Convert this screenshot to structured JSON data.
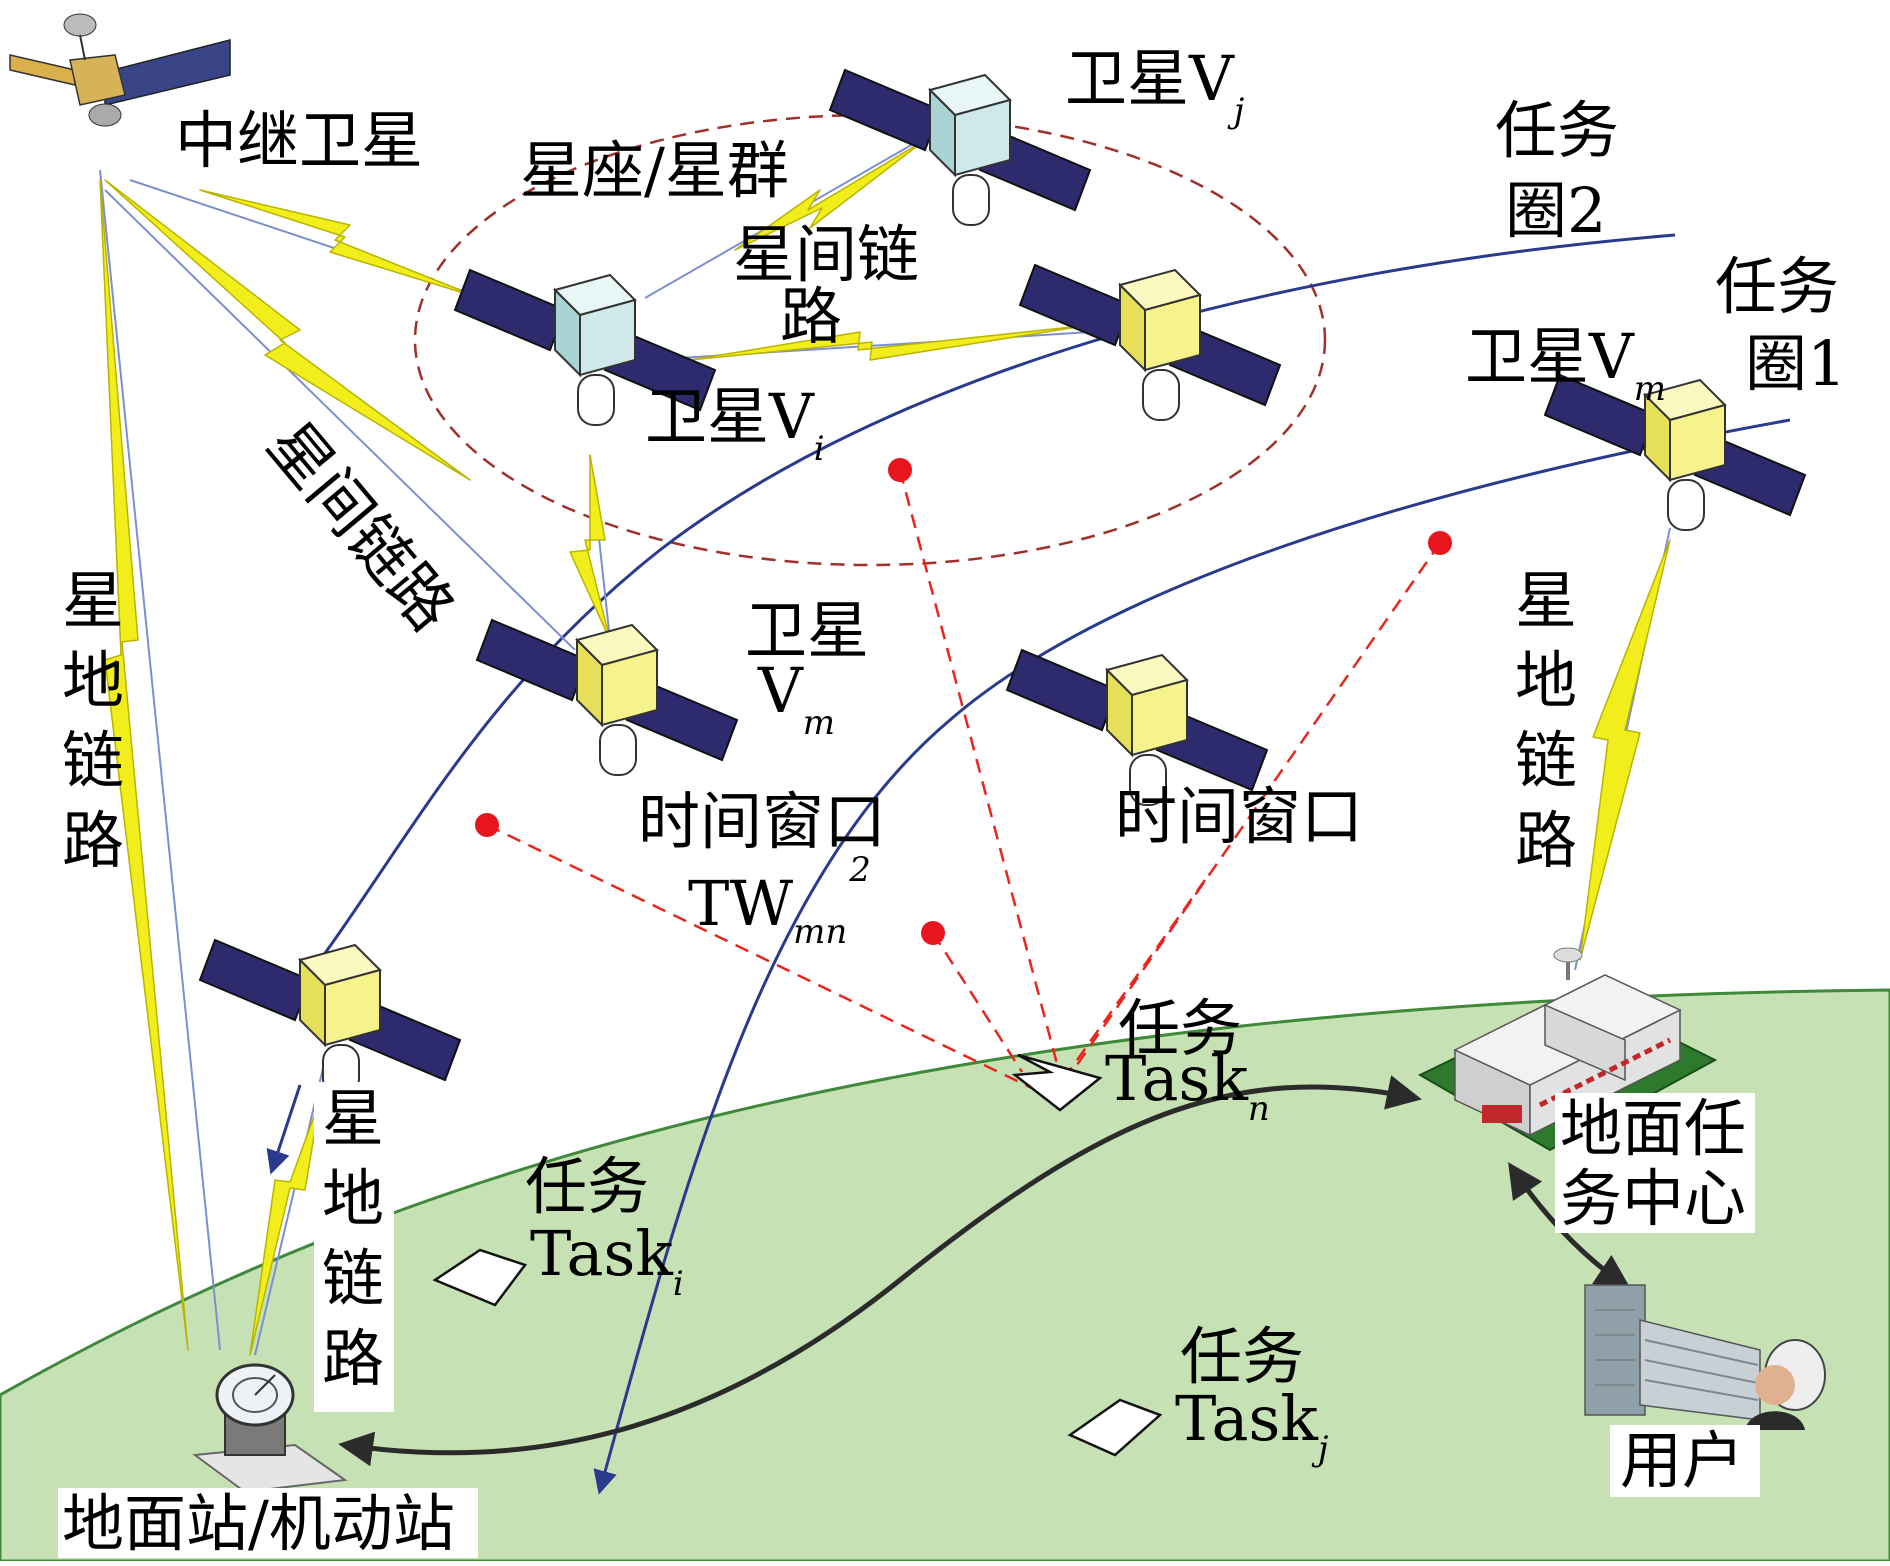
{
  "colors": {
    "ground_fill": "#c6e2b4",
    "ground_stroke": "#3f8a3a",
    "orbit": "#2a3a8c",
    "constellation_ring": "#a0302a",
    "observation_line": "#e8261e",
    "window_point": "#e8141e",
    "lightning": "#f2ee1c",
    "lightning_edge": "#b8b400",
    "beam": "#7d8fd0",
    "panel": "#2d2a6e",
    "body_yellow": "#f6f28c",
    "body_cyan": "#cfe9ea"
  },
  "labels": {
    "relay_satellite": "中继卫星",
    "constellation": "星座/星群",
    "isl_top_line1": "星间链",
    "isl_top_line2": "路",
    "isl_diagonal": "星间链路",
    "sat_vi_prefix": "卫星V",
    "sat_vi_sub": "i",
    "sat_vj_prefix": "卫星V",
    "sat_vj_sub": "j",
    "sat_vm_right_prefix": "卫星V",
    "sat_vm_right_sub": "m",
    "sat_vm_mid_line1": "卫星",
    "sat_vm_mid_line2": "V",
    "sat_vm_mid_sub": "m",
    "task_circle2_line1": "任务",
    "task_circle2_line2": "圈2",
    "task_circle1_line1": "任务",
    "task_circle1_line2": "圈1",
    "sgl_left": [
      "星",
      "地",
      "链",
      "路"
    ],
    "sgl_center": [
      "星",
      "地",
      "链",
      "路"
    ],
    "sgl_right": [
      "星",
      "地",
      "链",
      "路"
    ],
    "tw_left_line1": "时间窗口",
    "tw_left_line2": "TW",
    "tw_left_sub": "mn",
    "tw_left_sup": "2",
    "tw_right": "时间窗口",
    "task_n_line1": "任务",
    "task_n_line2": "Task",
    "task_n_sub": "n",
    "task_i_line1": "任务",
    "task_i_line2": "Task",
    "task_i_sub": "i",
    "task_j_line1": "任务",
    "task_j_line2": "Task",
    "task_j_sub": "j",
    "ground_center_line1": "地面任",
    "ground_center_line2": "务中心",
    "user": "用户",
    "ground_station": "地面站/机动站"
  }
}
